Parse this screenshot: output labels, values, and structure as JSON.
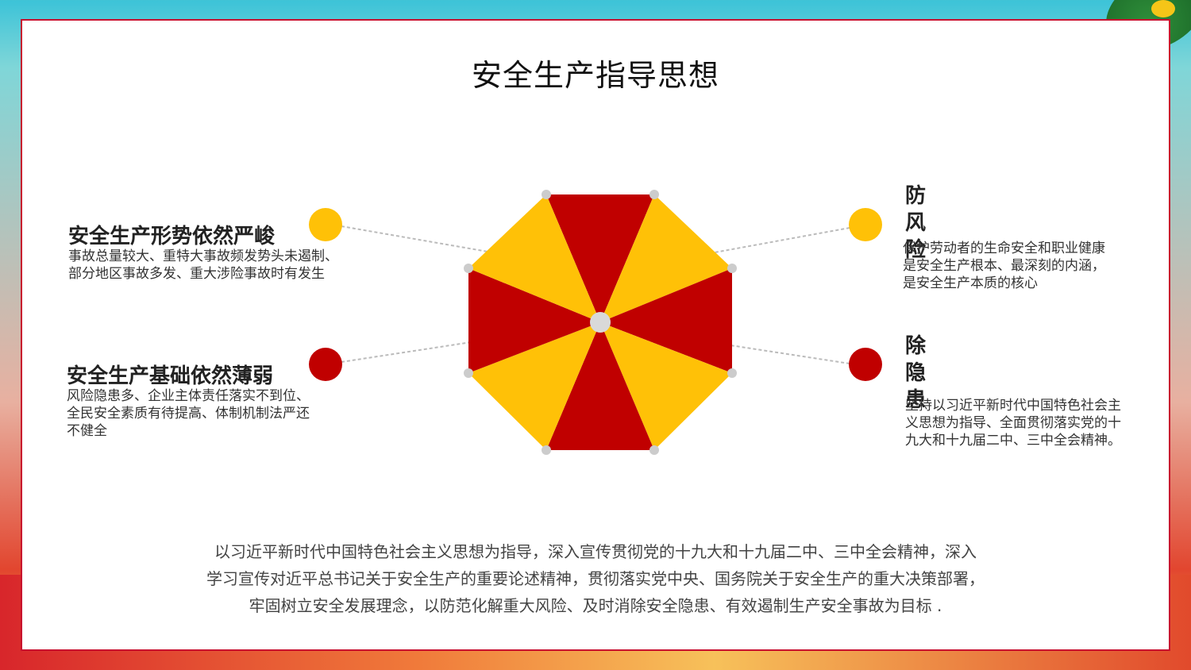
{
  "title": "安全生产指导思想",
  "left_items": [
    {
      "title": "安全生产形势依然严峻",
      "body": [
        "事故总量较大、重特大事故频发势头未遏制、",
        "部分地区事故多发、重大涉险事故时有发生"
      ],
      "dot_color": "#ffc107"
    },
    {
      "title": "安全生产基础依然薄弱",
      "body": [
        "风险隐患多、企业主体责任落实不到位、",
        "全民安全素质有待提高、体制机制法严还",
        "不健全"
      ],
      "dot_color": "#c00000"
    }
  ],
  "right_items": [
    {
      "title": "防风险",
      "body": [
        "保护劳动者的生命安全和职业健康",
        "是安全生产根本、最深刻的内涵，",
        "是安全生产本质的核心"
      ],
      "dot_color": "#ffc107"
    },
    {
      "title": "除隐患",
      "body": [
        "坚持以习近平新时代中国特色社会主",
        "义思想为指导、全面贯彻落实党的十",
        "九大和十九届二中、三中全会精神。"
      ],
      "dot_color": "#c00000"
    }
  ],
  "footer": [
    "以习近平新时代中国特色社会主义思想为指导，深入宣传贯彻党的十九大和十九届二中、三中全会精神，深入",
    "学习宣传对近平总书记关于安全生产的重要论述精神，贯彻落实党中央、国务院关于安全生产的重大决策部署，",
    "牢固树立安全发展理念，以防范化解重大风险、及时消除安全隐患、有效遏制生产安全事故为目标 ."
  ],
  "colors": {
    "red": "#c00000",
    "yellow": "#ffc107",
    "frame": "#c8102e"
  }
}
